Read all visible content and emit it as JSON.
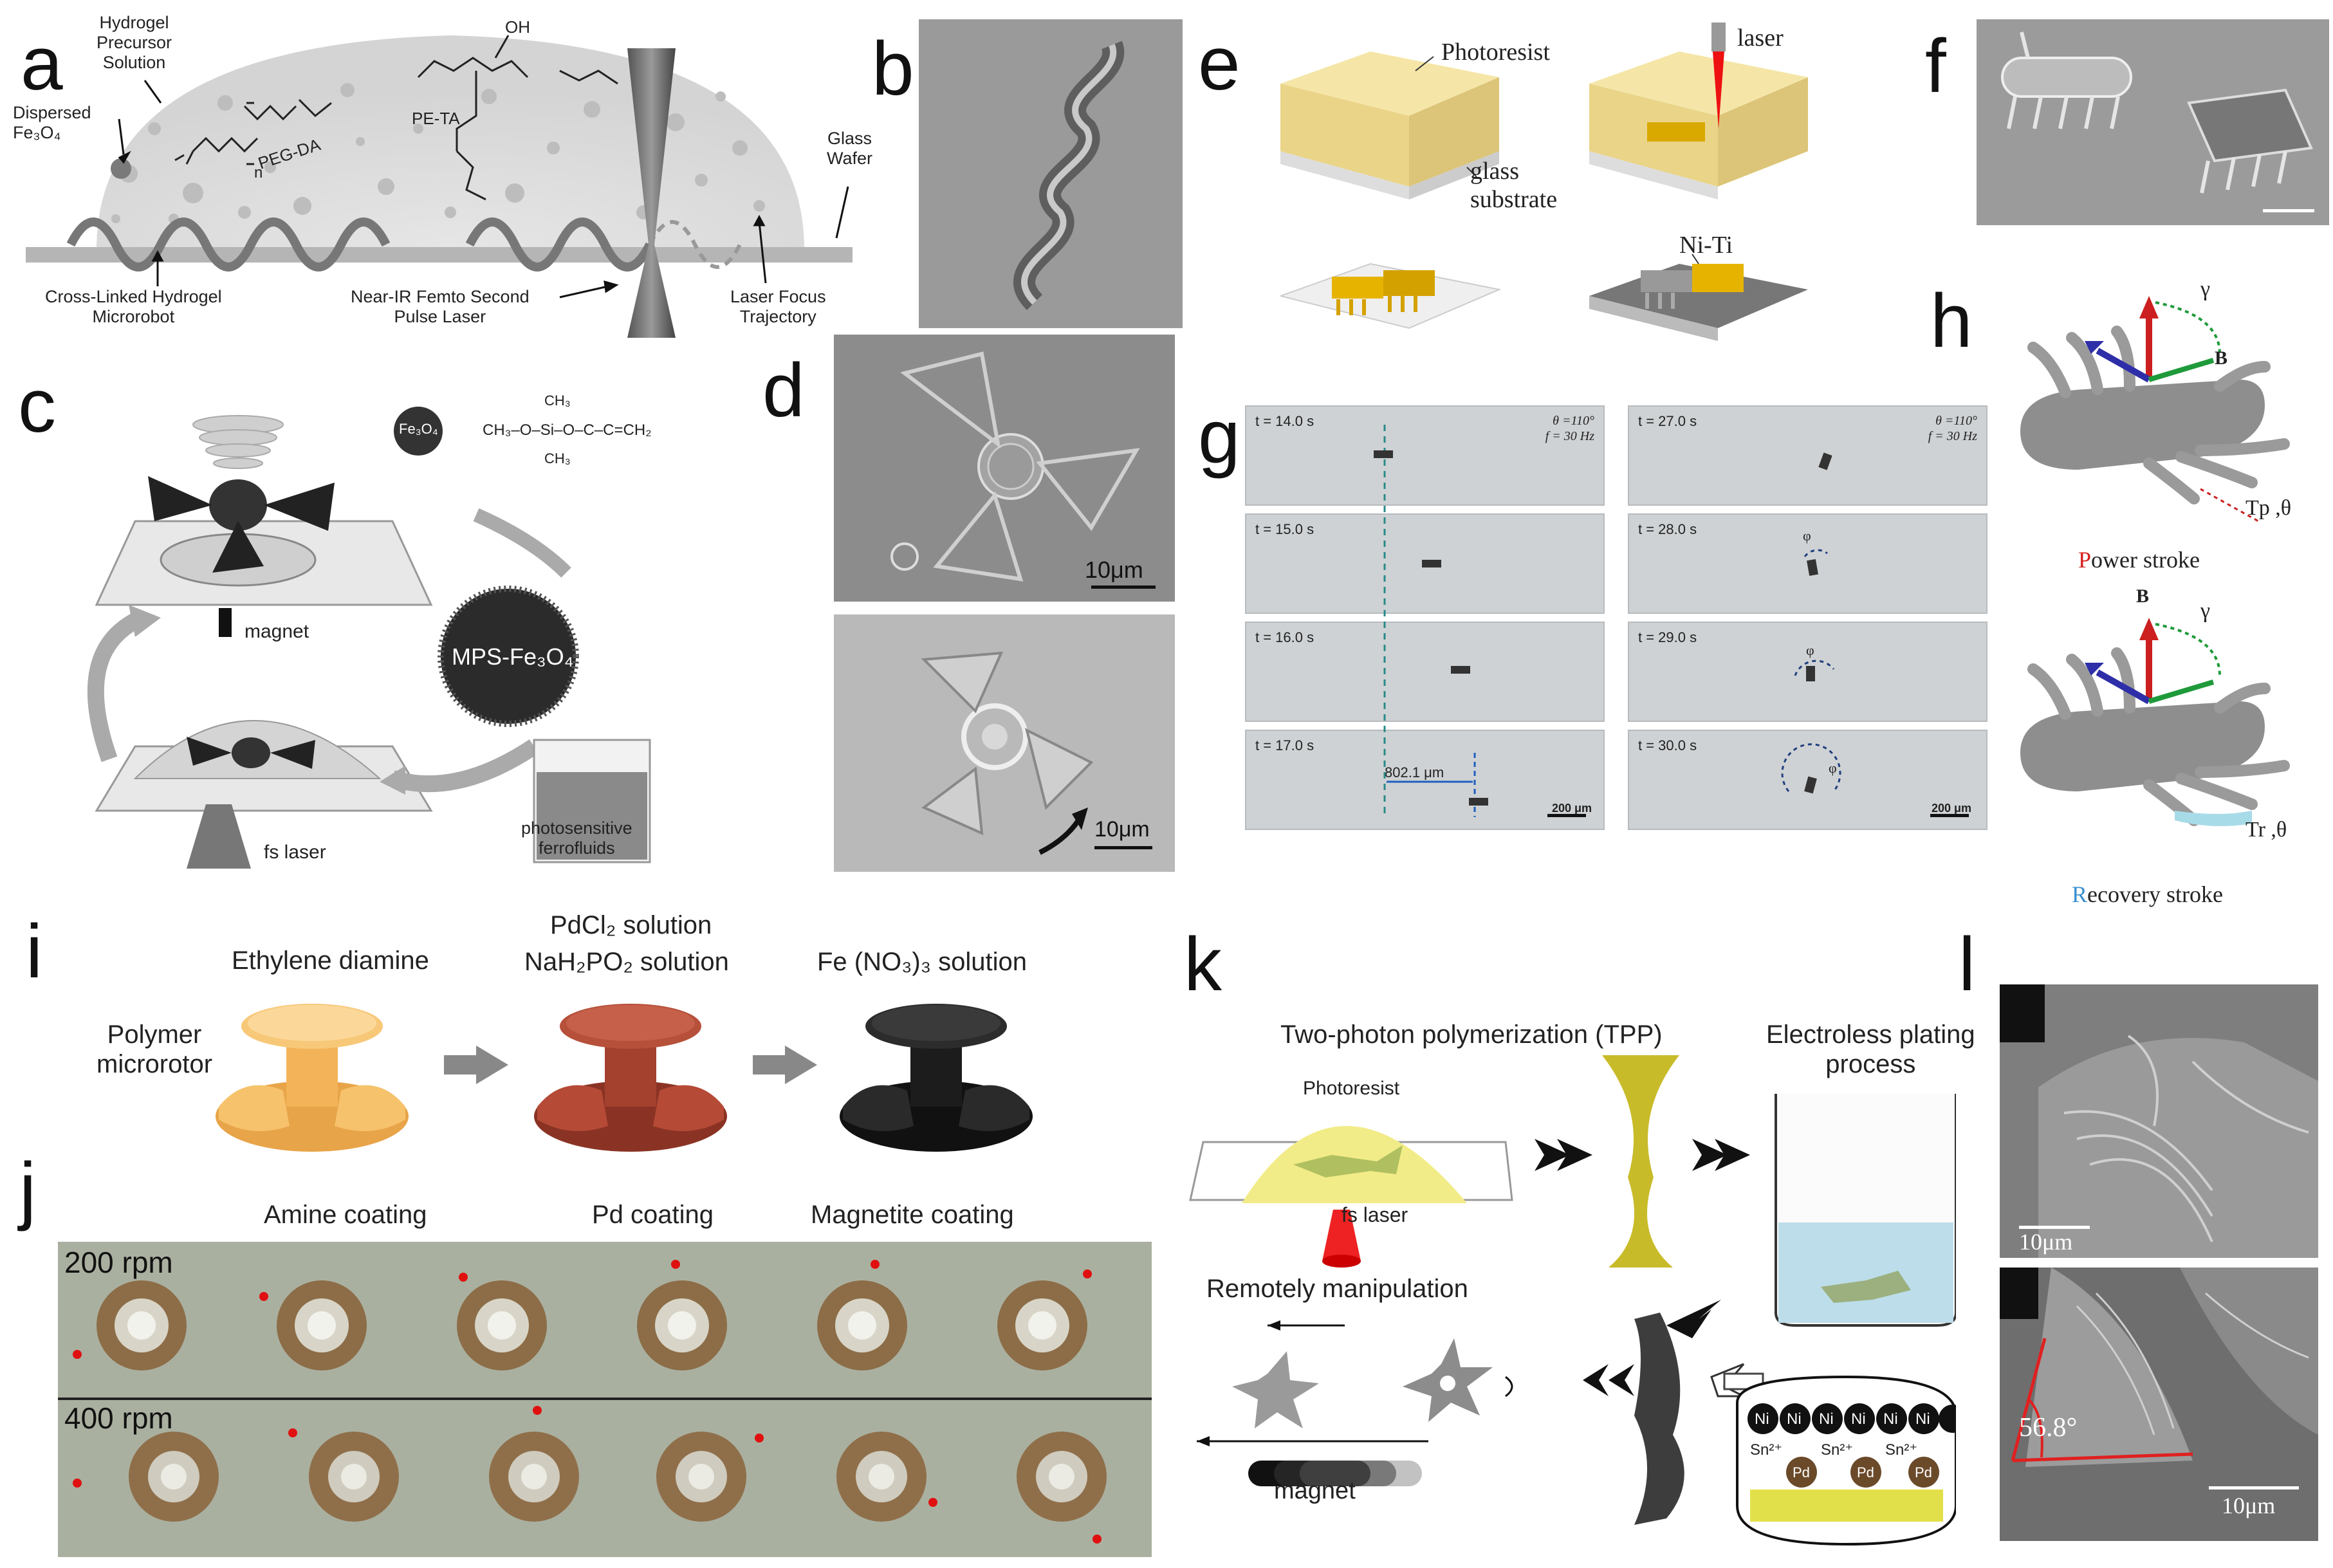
{
  "panel_letters": [
    "a",
    "b",
    "c",
    "d",
    "e",
    "f",
    "g",
    "h",
    "i",
    "j",
    "k",
    "l"
  ],
  "a": {
    "precursor": "Hydrogel\nPrecursor\nSolution",
    "dispersed": "Dispersed\nFe₃O₄",
    "glass": "Glass\nWafer",
    "pegda": "PEG-DA",
    "peta": "PE-TA",
    "n": "n",
    "oh": "OH",
    "microrobot": "Cross-Linked Hydrogel\nMicrorobot",
    "laser": "Near-IR Femto Second\nPulse Laser",
    "trajectory": "Laser Focus\nTrajectory"
  },
  "c": {
    "fe3o4": "Fe₃O₄",
    "mps": "MPS-Fe₃O₄",
    "formula": "CH₃–O–Si–O–C–C=CH₂",
    "ch3a": "CH₃",
    "ch3b": "CH₃",
    "magnet": "magnet",
    "fslaser": "fs laser",
    "ferro": "photosensitive\nferrofluids"
  },
  "d": {
    "scale1": "10μm",
    "scale2": "10μm"
  },
  "e": {
    "photoresist": "Photoresist",
    "laser": "laser",
    "glass": "glass\nsubstrate",
    "niti": "Ni-Ti"
  },
  "g": {
    "frames_left": [
      "t = 14.0 s",
      "t = 15.0 s",
      "t = 16.0 s",
      "t = 17.0 s"
    ],
    "frames_right": [
      "t = 27.0 s",
      "t = 28.0 s",
      "t = 29.0 s",
      "t = 30.0 s"
    ],
    "params": "θ =110°\nf = 30 Hz",
    "distance": "802.1 μm",
    "scale": "200 μm",
    "phi": "φ"
  },
  "h": {
    "power": "Power stroke",
    "power_p": "P",
    "power_rest": "ower stroke",
    "recovery_r": "R",
    "recovery_rest": "ecovery stroke",
    "tp": "Tp ,θ",
    "tr": "Tr ,θ",
    "b": "B",
    "gamma": "γ"
  },
  "i": {
    "polymer": "Polymer\nmicrorotor",
    "ethylene": "Ethylene diamine",
    "pdcl": "PdCl₂ solution",
    "nah": "NaH₂PO₂ solution",
    "fe": "Fe (NO₃)₃ solution",
    "amine": "Amine coating",
    "pd": "Pd coating",
    "magnetite": "Magnetite coating"
  },
  "j": {
    "rpm200": "200 rpm",
    "rpm400": "400 rpm"
  },
  "k": {
    "tpp": "Two-photon polymerization (TPP)",
    "photoresist": "Photoresist",
    "fslaser": "fs laser",
    "plating": "Electroless plating\nprocess",
    "remote": "Remotely manipulation",
    "magnet": "magnet",
    "ni": "Ni",
    "sn": "Sn²⁺",
    "pd": "Pd"
  },
  "l": {
    "scale1": "10μm",
    "scale2": "10μm",
    "angle": "56.8°"
  },
  "colors": {
    "resist": "#f0dc8c",
    "gold": "#e8c21a",
    "amine": "#f2b45a",
    "pdcoat": "#a8402e",
    "magnetite": "#1c1c1c",
    "scaleblue": "#1f5fbf",
    "red": "#d82020"
  }
}
